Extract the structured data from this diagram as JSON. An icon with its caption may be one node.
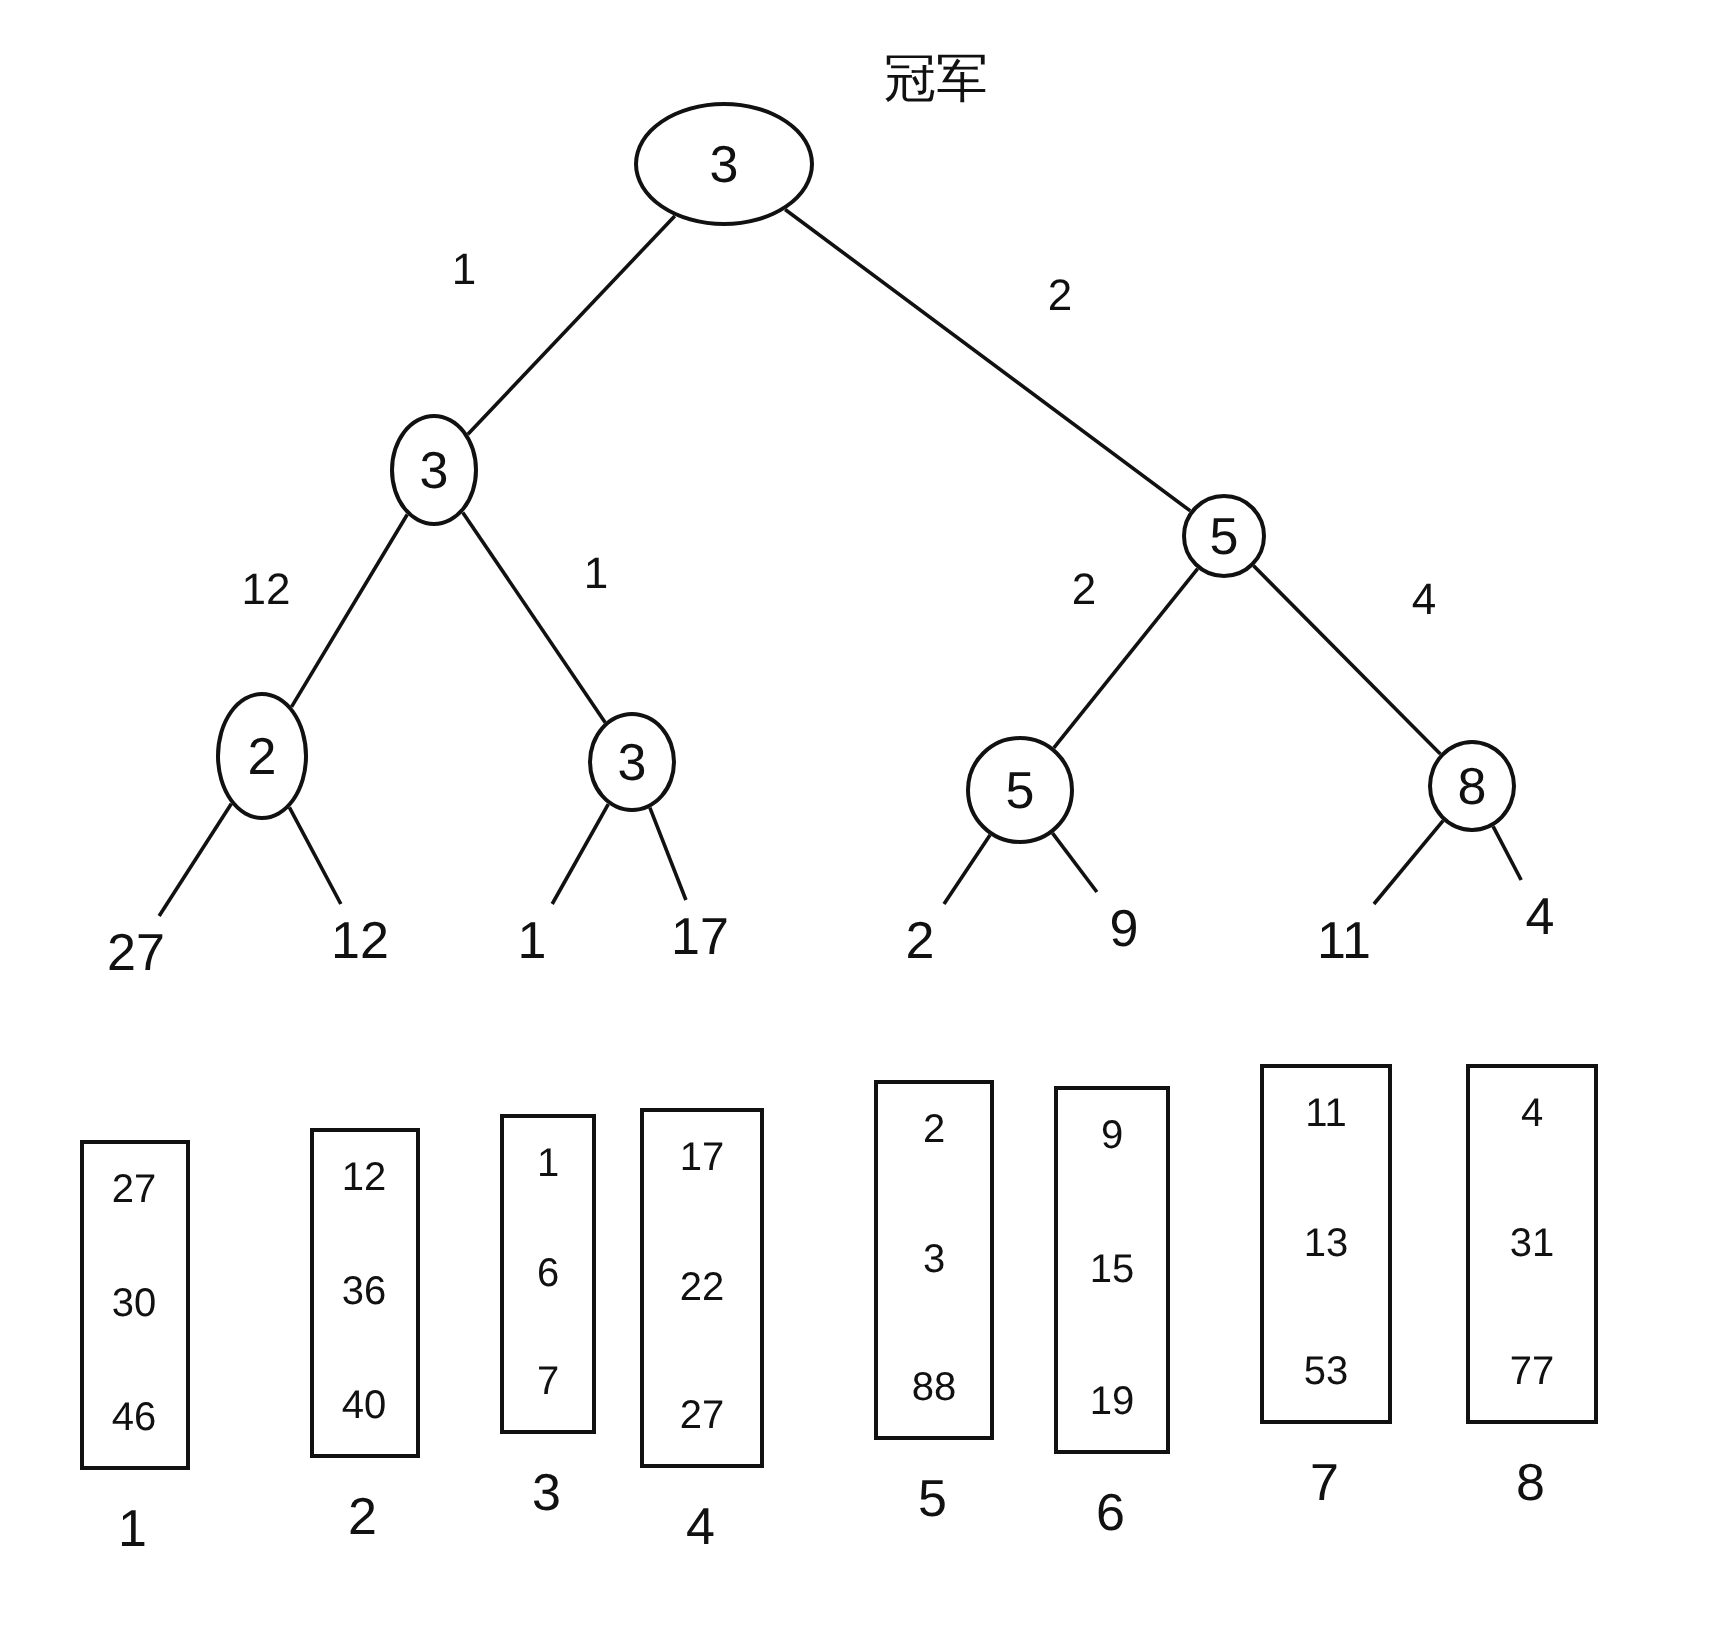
{
  "diagram": {
    "nodes": [
      {
        "text": [
          "3"
        ],
        "beside": [
          "冠军"
        ]
      },
      {
        "text": [
          "3"
        ]
      },
      {
        "text": [
          "5"
        ]
      },
      {
        "text": [
          "2"
        ]
      },
      {
        "text": [
          "3"
        ]
      },
      {
        "text": [
          "5"
        ]
      },
      {
        "text": [
          "8"
        ]
      },
      {
        "text": [
          "27"
        ]
      },
      {
        "text": [
          "12"
        ]
      },
      {
        "text": [
          "1"
        ]
      },
      {
        "text": [
          "17"
        ]
      },
      {
        "text": [
          "2"
        ]
      },
      {
        "text": [
          "9"
        ]
      },
      {
        "text": [
          "11"
        ]
      },
      {
        "text": [
          "4"
        ]
      },
      {
        "text": [
          "27",
          "30",
          "46"
        ],
        "beside": [
          "1"
        ]
      },
      {
        "text": [
          "12",
          "36",
          "40"
        ],
        "beside": [
          "2"
        ]
      },
      {
        "text": [
          "1",
          "6",
          "7"
        ],
        "beside": [
          "3"
        ]
      },
      {
        "text": [
          "17",
          "22",
          "27"
        ],
        "beside": [
          "4"
        ]
      },
      {
        "text": [
          "2",
          "3",
          "88"
        ],
        "beside": [
          "5"
        ]
      },
      {
        "text": [
          "9",
          "15",
          "19"
        ],
        "beside": [
          "6"
        ]
      },
      {
        "text": [
          "11",
          "13",
          "53"
        ],
        "beside": [
          "7"
        ]
      },
      {
        "text": [
          "4",
          "31",
          "77"
        ],
        "beside": [
          "8"
        ]
      }
    ],
    "edges": [
      {
        "from": 0,
        "to": 1,
        "arrow": "none",
        "label": "1"
      },
      {
        "from": 0,
        "to": 2,
        "arrow": "none",
        "label": "2"
      },
      {
        "from": 1,
        "to": 3,
        "arrow": "none",
        "label": "12"
      },
      {
        "from": 1,
        "to": 4,
        "arrow": "none",
        "label": "1"
      },
      {
        "from": 2,
        "to": 5,
        "arrow": "none",
        "label": "2"
      },
      {
        "from": 2,
        "to": 6,
        "arrow": "none",
        "label": "4"
      },
      {
        "from": 3,
        "to": 7,
        "arrow": "none"
      },
      {
        "from": 3,
        "to": 8,
        "arrow": "none"
      },
      {
        "from": 4,
        "to": 9,
        "arrow": "none"
      },
      {
        "from": 4,
        "to": 10,
        "arrow": "none"
      },
      {
        "from": 5,
        "to": 11,
        "arrow": "none"
      },
      {
        "from": 5,
        "to": 12,
        "arrow": "none"
      },
      {
        "from": 6,
        "to": 13,
        "arrow": "none"
      },
      {
        "from": 6,
        "to": 14,
        "arrow": "none"
      }
    ]
  }
}
